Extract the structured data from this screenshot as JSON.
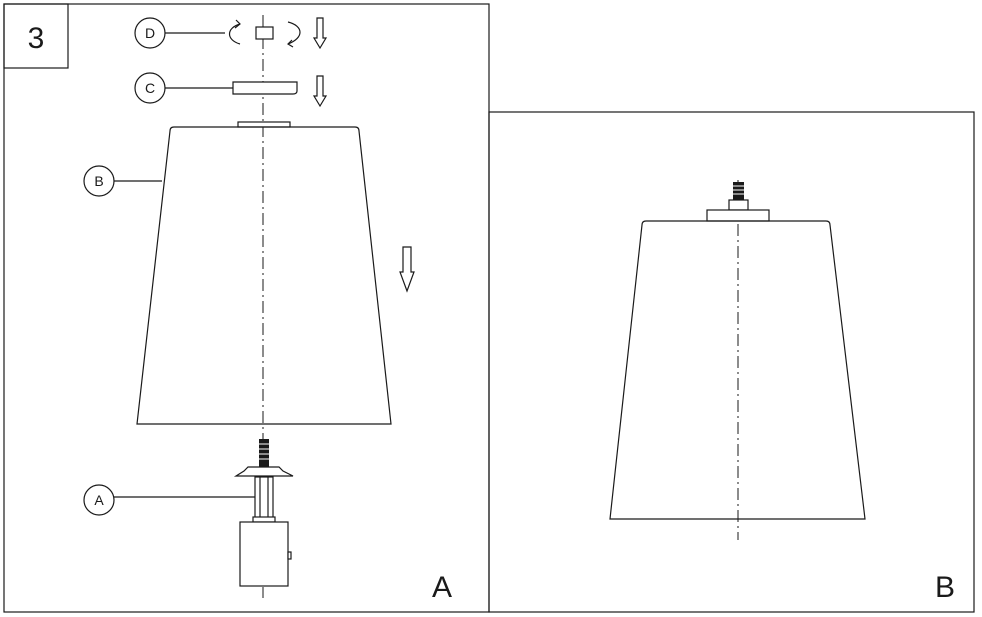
{
  "step_number": "3",
  "panels": [
    {
      "label": "A"
    },
    {
      "label": "B"
    }
  ],
  "callouts": [
    {
      "letter": "D"
    },
    {
      "letter": "C"
    },
    {
      "letter": "B"
    },
    {
      "letter": "A"
    }
  ]
}
